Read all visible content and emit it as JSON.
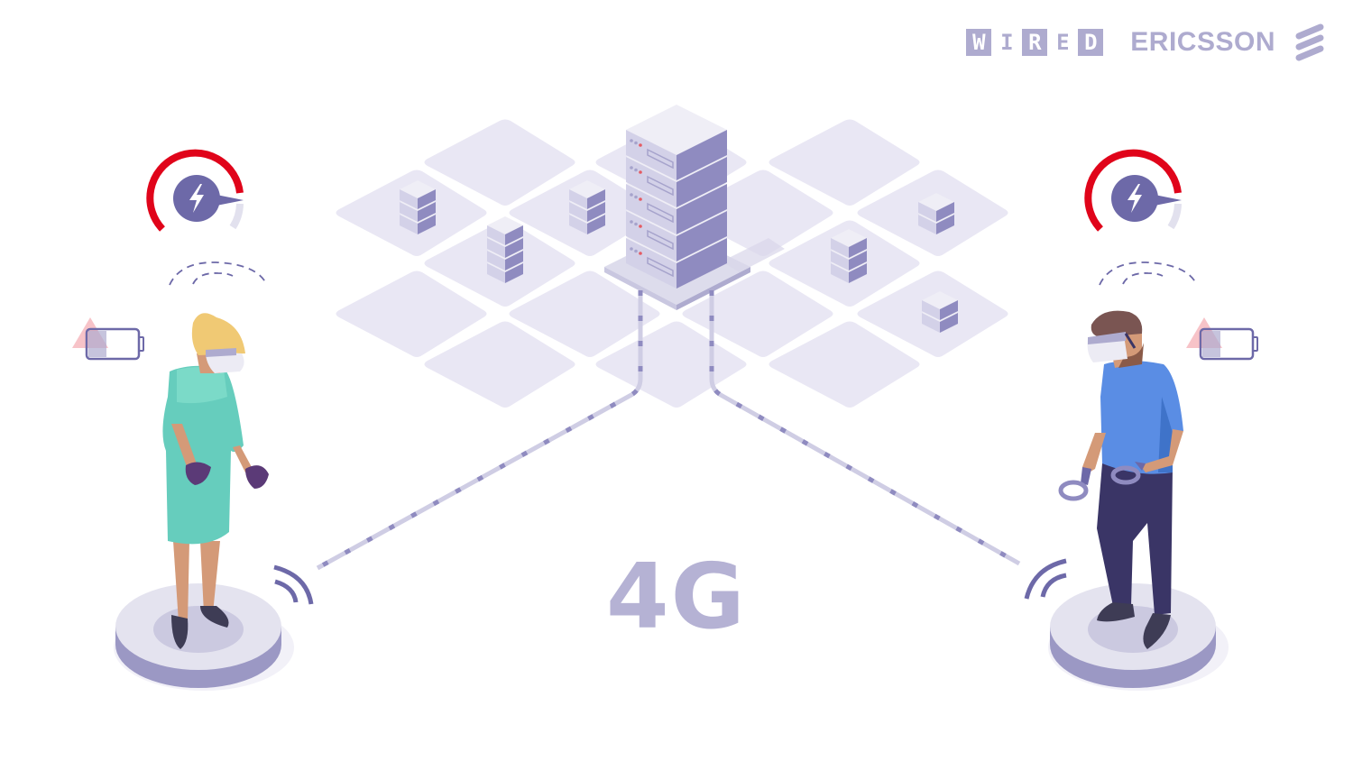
{
  "branding": {
    "wired_letters": [
      "W",
      "I",
      "R",
      "E",
      "D"
    ],
    "wired_boxed": [
      true,
      false,
      true,
      false,
      true
    ],
    "ericsson_text": "ERICSSON",
    "logo_color": "#aeabcf"
  },
  "main": {
    "network_label": "4G"
  },
  "colors": {
    "tile": "#e9e7f4",
    "server_top": "#efeef6",
    "server_front": "#d3d1e8",
    "server_side": "#8f8bc0",
    "gauge_red": "#e0041a",
    "gauge_grey": "#e2e1ee",
    "gauge_center": "#6d69a8",
    "line": "#8f8bc0",
    "battery_outline": "#6d69a8",
    "warning_triangle": "#f4a9b1",
    "dress": "#66cdbd",
    "shirt": "#5a8de4",
    "pants": "#3a3566",
    "skin": "#d49a78",
    "hair_blonde": "#f0c974",
    "hair_brown": "#7a5552",
    "platform_top": "#e4e3ef",
    "platform_side": "#9b98c4"
  },
  "users": [
    {
      "id": "left-user",
      "description": "woman in VR headset with gloves",
      "speed_gauge": "low",
      "battery": "low"
    },
    {
      "id": "right-user",
      "description": "man in VR headset with controllers",
      "speed_gauge": "low",
      "battery": "low"
    }
  ],
  "icons": {
    "speed_gauge": "lightning-bolt gauge",
    "battery": "low-battery",
    "warning": "warning-triangle",
    "wifi": "signal-waves",
    "server": "server-stack"
  }
}
